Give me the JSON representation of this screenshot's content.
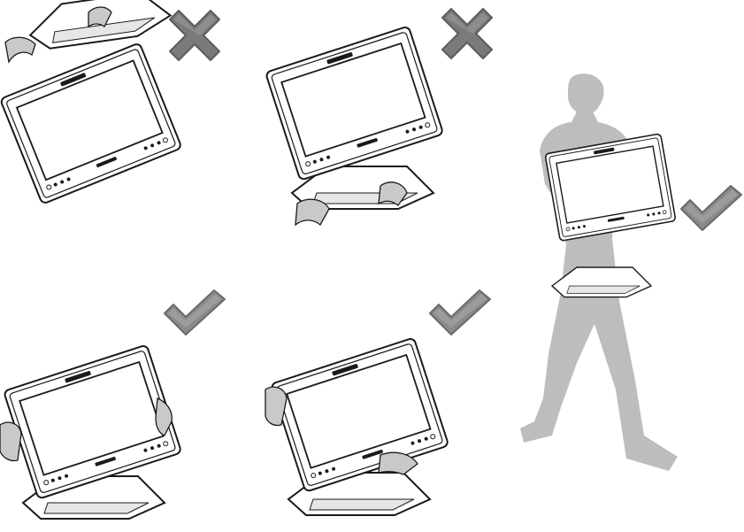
{
  "figure": {
    "subject": "monitor-handling-instructions",
    "colors": {
      "cross": "#7a7a7a",
      "cross_dark": "#5c5c5c",
      "check": "#8a8a8a",
      "check_dark": "#6b6b6b",
      "silhouette": "#bdbdbd",
      "line": "#1a1a1a",
      "bezel": "#d9d9d9",
      "hand": "#c9c9c9"
    },
    "panels": [
      {
        "id": "panel-1",
        "verdict": "incorrect",
        "icon": "cross-icon",
        "grip": "top-edge"
      },
      {
        "id": "panel-2",
        "verdict": "incorrect",
        "icon": "cross-icon",
        "grip": "stand-base"
      },
      {
        "id": "panel-3",
        "verdict": "correct",
        "icon": "checkmark-icon",
        "grip": "both-sides"
      },
      {
        "id": "panel-4",
        "verdict": "correct",
        "icon": "checkmark-icon",
        "grip": "side-and-bottom"
      },
      {
        "id": "panel-5",
        "verdict": "correct",
        "icon": "checkmark-icon",
        "grip": "carried-against-body"
      }
    ]
  }
}
